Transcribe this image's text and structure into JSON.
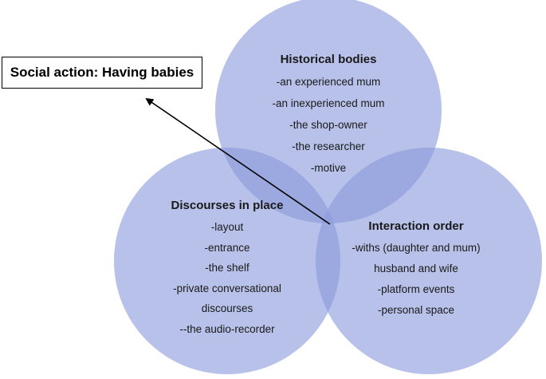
{
  "diagram": {
    "title": "Social action: Having babies",
    "circle_color": "#8a9bdc",
    "circles": [
      {
        "heading": "Historical bodies",
        "items": [
          "-an experienced mum",
          "-an inexperienced mum",
          "-the shop-owner",
          "-the researcher",
          "-motive"
        ]
      },
      {
        "heading": "Discourses in place",
        "items": [
          "-layout",
          "-entrance",
          "-the shelf",
          "-private conversational",
          "discourses",
          "--the audio-recorder"
        ]
      },
      {
        "heading": "Interaction order",
        "items": [
          "-withs (daughter and mum)",
          "husband and wife",
          "-platform events",
          "-personal space"
        ]
      }
    ]
  }
}
